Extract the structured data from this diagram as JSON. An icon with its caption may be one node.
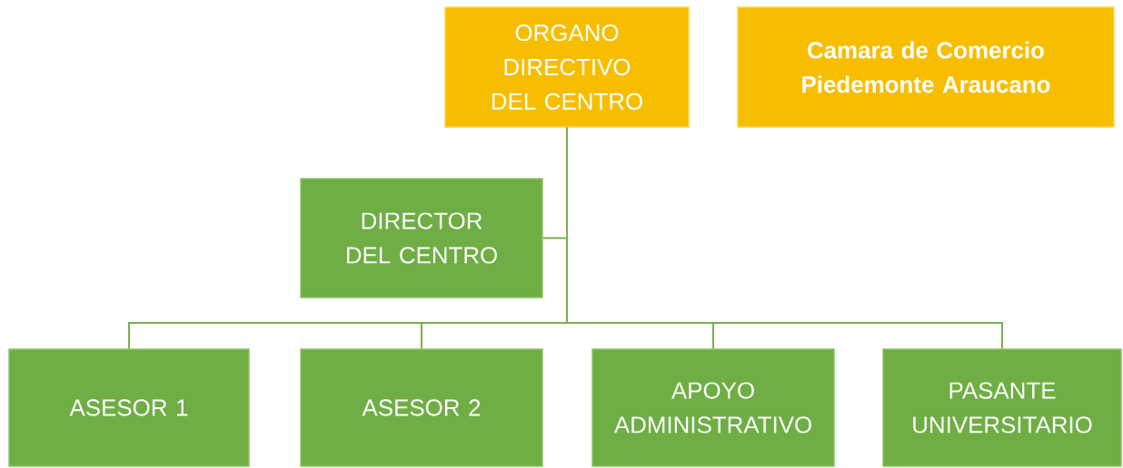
{
  "diagram": {
    "nodes": [
      {
        "text": [
          "ORGANO DIRECTIVO DEL CENTRO"
        ]
      },
      {
        "text": [
          "**Camara de Comercio Piedemonte Araucano**"
        ]
      },
      {
        "text": [
          "DIRECTOR DEL CENTRO"
        ]
      },
      {
        "text": [
          "ASESOR 1"
        ]
      },
      {
        "text": [
          "ASESOR 2"
        ]
      },
      {
        "text": [
          "APOYO ADMINISTRATIVO"
        ]
      },
      {
        "text": [
          "PASANTE UNIVERSITARIO"
        ]
      }
    ],
    "edges": [
      {
        "from": 0,
        "to": 2,
        "arrow": "none"
      },
      {
        "from": 0,
        "to": 3,
        "arrow": "none"
      },
      {
        "from": 0,
        "to": 4,
        "arrow": "none"
      },
      {
        "from": 0,
        "to": 5,
        "arrow": "none"
      },
      {
        "from": 0,
        "to": 6,
        "arrow": "none"
      }
    ]
  }
}
